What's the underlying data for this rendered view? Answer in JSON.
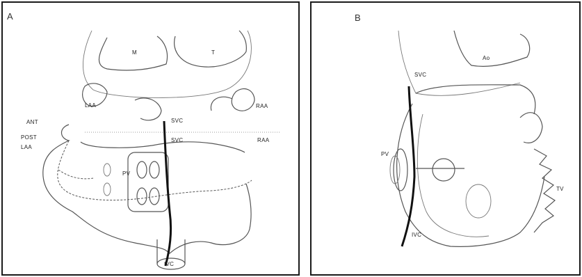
{
  "panel_a": {
    "letter": "A",
    "labels": {
      "m": "M",
      "t": "T",
      "laa": "LAA",
      "raa_upper": "RAA",
      "svc_upper": "SVC",
      "ant": "ANT",
      "post": "POST",
      "laa_lower": "LAA",
      "svc_lower": "SVC",
      "raa_lower": "RAA",
      "pv": "PV",
      "ivc": "IVC"
    }
  },
  "panel_b": {
    "letter": "B",
    "labels": {
      "svc": "SVC",
      "ao": "Ao",
      "pv": "PV",
      "tv": "TV",
      "ivc": "IVC"
    }
  },
  "colors": {
    "ink": "#222222",
    "outline": "#555555",
    "frame": "#1a1a1a"
  }
}
